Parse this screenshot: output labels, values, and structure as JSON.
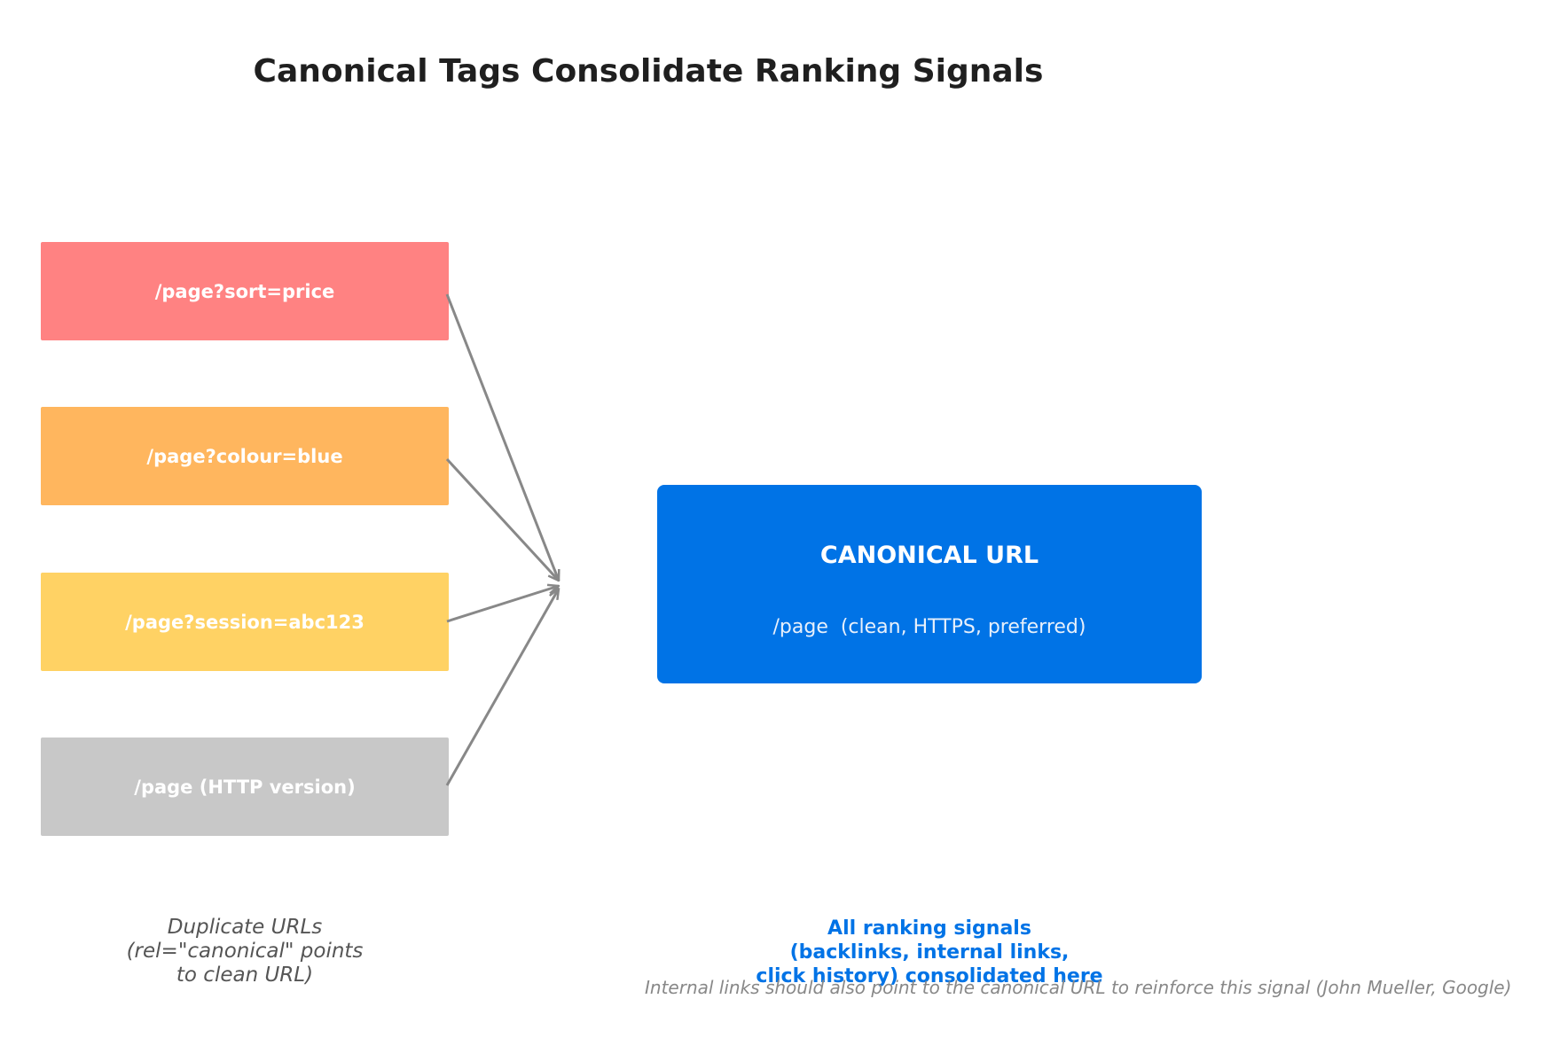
{
  "title": "Canonical Tags Consolidate Ranking Signals",
  "duplicates": [
    {
      "label": "/page?sort=price",
      "color": "#ff8282"
    },
    {
      "label": "/page?colour=blue",
      "color": "#ffb65e"
    },
    {
      "label": "/page?session=abc123",
      "color": "#ffd264"
    },
    {
      "label": "/page (HTTP version)",
      "color": "#c8c8c8"
    }
  ],
  "canonical": {
    "title": "CANONICAL URL",
    "subtitle": "/page  (clean, HTTPS, preferred)",
    "color": "#0073e6"
  },
  "captions": {
    "duplicates": "Duplicate URLs\n(rel=\"canonical\" points\nto clean URL)",
    "canonical": "All ranking signals\n(backlinks, internal links,\nclick history) consolidated here",
    "canonical_color": "#0073e6",
    "footnote": "Internal links should also point to the canonical URL to reinforce this signal (John Mueller, Google)"
  },
  "arrow_color": "#888888"
}
